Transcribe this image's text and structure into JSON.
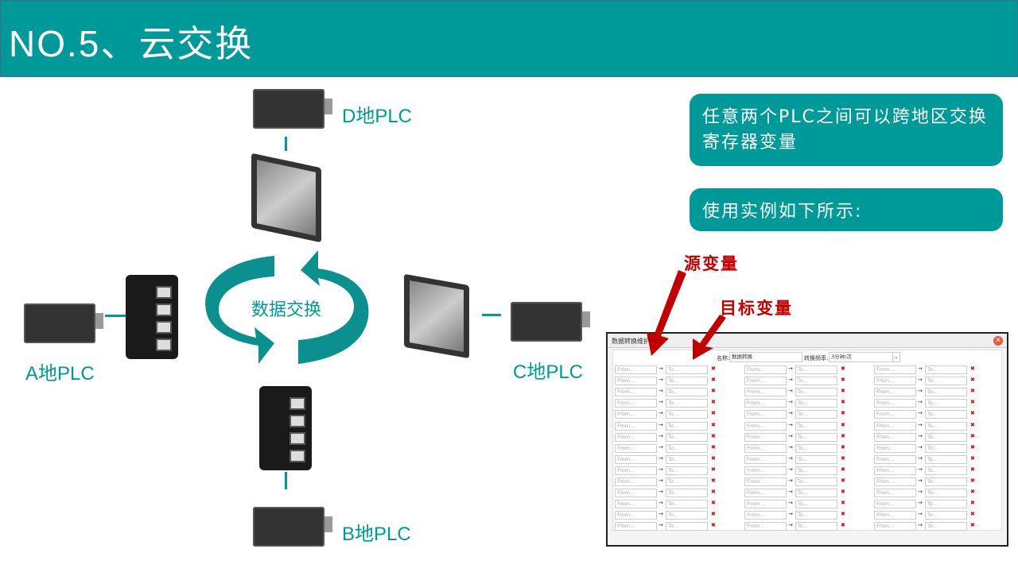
{
  "title": "NO.5、云交换",
  "info_box_1": "任意两个PLC之间可以跨地区交换寄存器变量",
  "info_box_2": "使用实例如下所示:",
  "labels": {
    "d": "D地PLC",
    "a": "A地PLC",
    "c": "C地PLC",
    "b": "B地PLC",
    "center": "数据交换"
  },
  "annotations": {
    "source": "源变量",
    "target": "目标变量"
  },
  "dialog": {
    "title": "数据转换维护",
    "name_label": "名称:",
    "name_value": "数据转换",
    "freq_label": "转换频率:",
    "freq_value": "3分钟/次",
    "from_placeholder": "From...",
    "to_placeholder": "To...",
    "row_count": 15,
    "column_groups": 3
  },
  "colors": {
    "accent": "#009999",
    "annotation": "#c00000"
  }
}
